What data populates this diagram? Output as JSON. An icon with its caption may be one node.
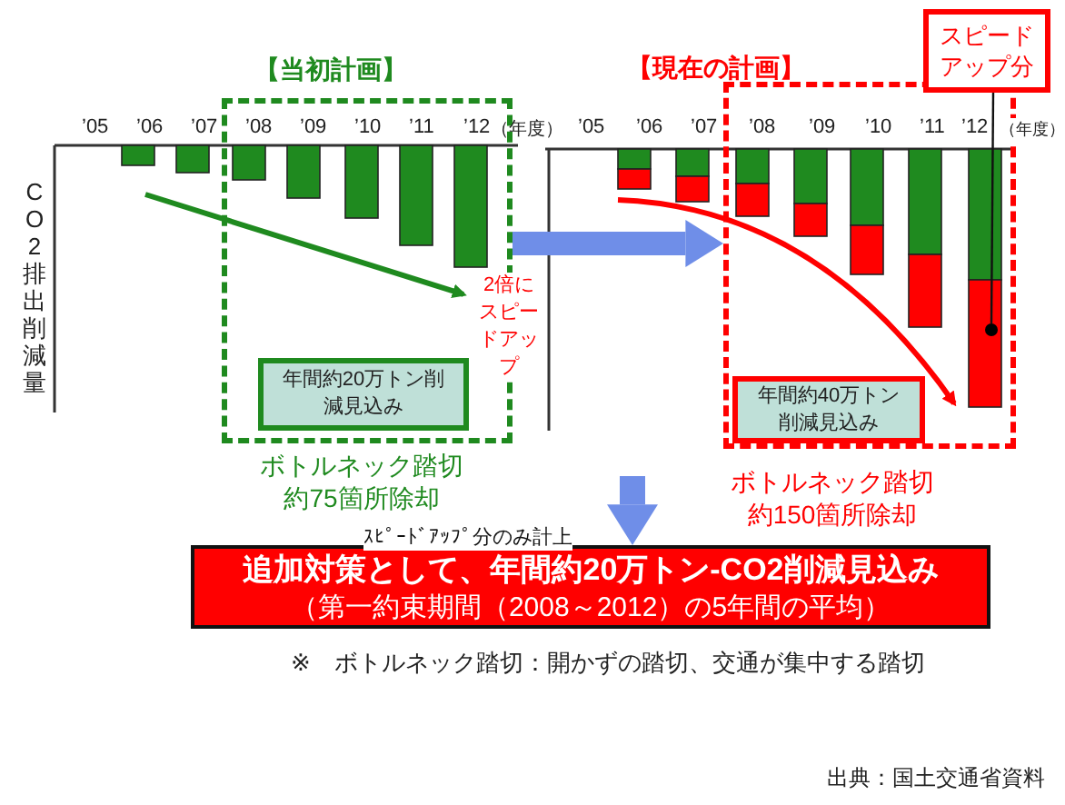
{
  "diagram": {
    "nodes": [
      {
        "text": [
          "【当初計画】"
        ]
      },
      {
        "text": [
          "年間約20万トン削減見込み"
        ],
        "in": 0
      },
      {
        "text": [
          "【現在の計画】"
        ]
      },
      {
        "text": [
          "年間約40万トン削減見込み"
        ],
        "in": 2
      },
      {
        "text": [
          "スピードアップ分"
        ]
      },
      {
        "text": [],
        "shape": "circle",
        "in": 2
      },
      {
        "text": [
          "追加対策として、年間約20万トン-CO2削減見込み",
          "（第一約束期間（2008～2012）の5年間の平均）"
        ]
      }
    ],
    "edges": [
      {
        "from": 0,
        "to": 2,
        "arrow": "to",
        "label": "2倍にスピードアップ"
      },
      {
        "from": null,
        "to": 6,
        "arrow": "to",
        "label": "ｽﾋﾟｰﾄﾞｱｯﾌﾟ分のみ計上"
      },
      {
        "from": 4,
        "to": 5,
        "arrow": "none",
        "color": "#111111"
      }
    ],
    "labels": [
      "’05",
      "’06",
      "’07",
      "’08",
      "’09",
      "’10",
      "’11",
      "’12",
      "（年度）",
      "CO2排出削減量",
      "’05",
      "’06",
      "’07",
      "’08",
      "’09",
      "’10",
      "’11",
      "’12",
      "（年度）",
      "ボトルネック踏切約75箇所除却",
      "ボトルネック踏切約150箇所除却",
      "※　ボトルネック踏切：開かずの踏切、交通が集中する踏切",
      "出典：国土交通省資料"
    ]
  }
}
